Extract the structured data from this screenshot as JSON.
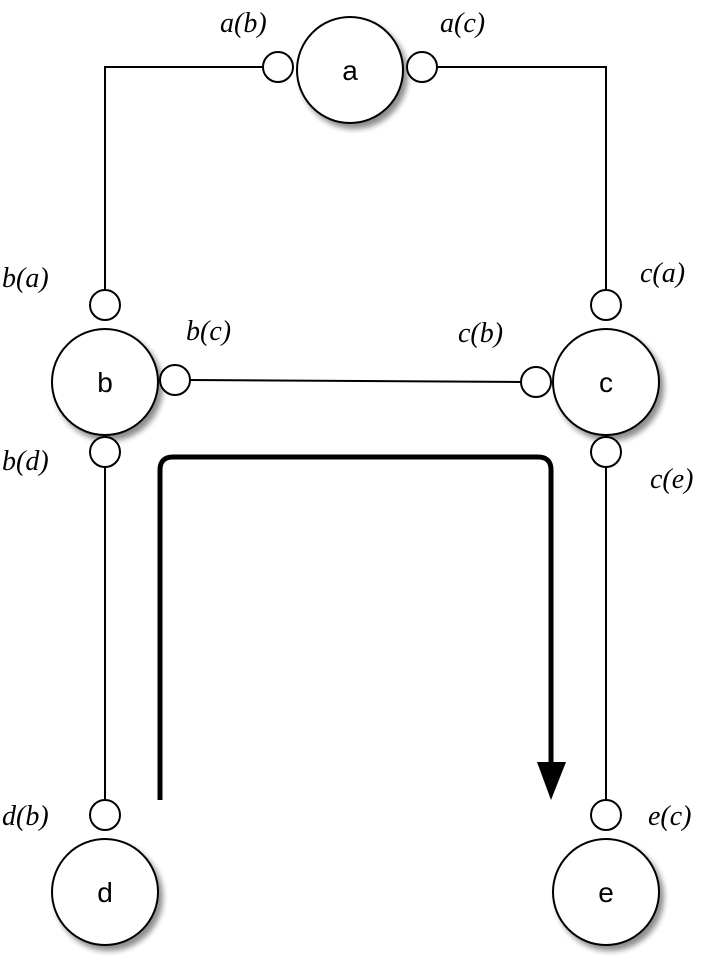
{
  "nodes": {
    "a": "a",
    "b": "b",
    "c": "c",
    "d": "d",
    "e": "e"
  },
  "ports": {
    "a_b": "a(b)",
    "a_c": "a(c)",
    "b_a": "b(a)",
    "b_c": "b(c)",
    "b_d": "b(d)",
    "c_a": "c(a)",
    "c_b": "c(b)",
    "c_e": "c(e)",
    "d_b": "d(b)",
    "e_c": "e(c)"
  },
  "colors": {
    "stroke": "#000000",
    "fill": "#ffffff",
    "shadow": "#9a9a9a"
  }
}
